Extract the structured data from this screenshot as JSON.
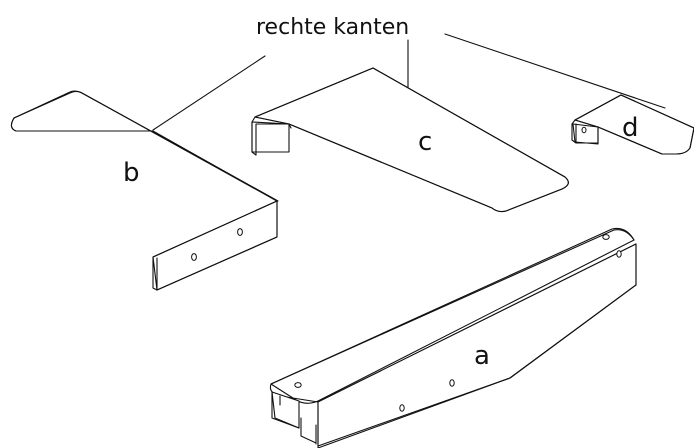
{
  "caption": "rechte kanten",
  "parts": {
    "a": "a",
    "b": "b",
    "c": "c",
    "d": "d"
  }
}
